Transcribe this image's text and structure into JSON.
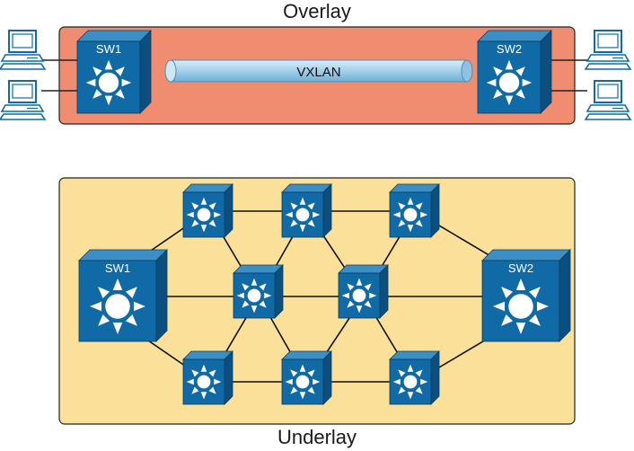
{
  "overlay": {
    "title": "Overlay",
    "tunnel_label": "VXLAN",
    "switch_left": "SW1",
    "switch_right": "SW2"
  },
  "underlay": {
    "title": "Underlay",
    "switch_left": "SW1",
    "switch_right": "SW2"
  },
  "colors": {
    "overlay_fill": "#f08c70",
    "underlay_fill": "#fbe09a",
    "switch_front": "#0f6aa6",
    "switch_top": "#3b8fc4",
    "switch_side": "#0a4f80",
    "tunnel": "#a8d3ec"
  },
  "icons": {
    "switch": "layer3-switch-icon",
    "host": "desktop-computer-icon"
  }
}
